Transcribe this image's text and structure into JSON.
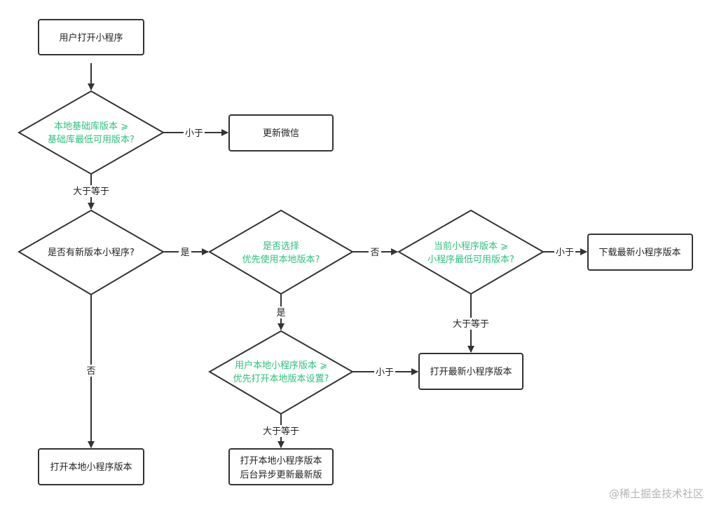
{
  "nodes": {
    "start": "用户打开小程序",
    "q_base_lib": [
      "本地基础库版本 ⩾",
      "基础库最低可用版本?"
    ],
    "update_wechat": "更新微信",
    "q_has_new": "是否有新版本小程序?",
    "q_prefer_local": [
      "是否选择",
      "优先使用本地版本?"
    ],
    "q_current_version": [
      "当前小程序版本 ⩾",
      "小程序最低可用版本?"
    ],
    "download_latest": "下载最新小程序版本",
    "q_user_local": [
      "用户本地小程序版本 ⩾",
      "优先打开本地版本设置?"
    ],
    "open_latest": "打开最新小程序版本",
    "open_local": "打开本地小程序版本",
    "open_local_async": [
      "打开本地小程序版本",
      "后台异步更新最新版"
    ]
  },
  "edges": {
    "less_than": "小于",
    "greater_equal": "大于等于",
    "yes": "是",
    "no": "否"
  },
  "colors": {
    "question_text": "#2ec27e",
    "stroke": "#333333"
  },
  "watermark": "@稀土掘金技术社区"
}
